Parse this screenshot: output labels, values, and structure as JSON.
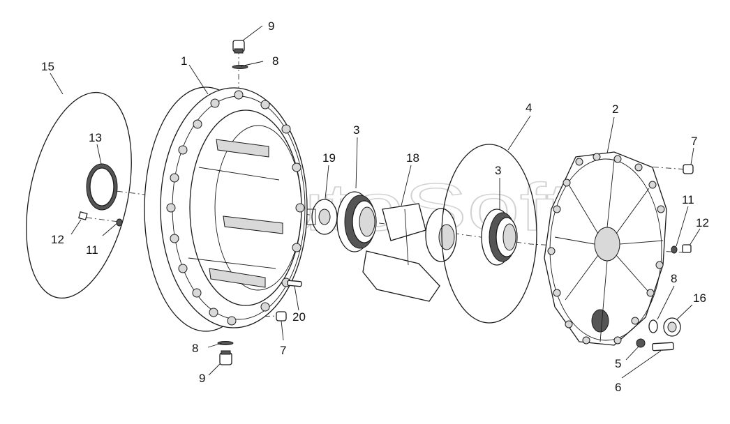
{
  "watermark": "AutoSoft",
  "callouts": [
    {
      "id": "c1",
      "text": "1"
    },
    {
      "id": "c2",
      "text": "2"
    },
    {
      "id": "c3a",
      "text": "3"
    },
    {
      "id": "c3b",
      "text": "3"
    },
    {
      "id": "c4",
      "text": "4"
    },
    {
      "id": "c5",
      "text": "5"
    },
    {
      "id": "c6",
      "text": "6"
    },
    {
      "id": "c7a",
      "text": "7"
    },
    {
      "id": "c7b",
      "text": "7"
    },
    {
      "id": "c8a",
      "text": "8"
    },
    {
      "id": "c8b",
      "text": "8"
    },
    {
      "id": "c8c",
      "text": "8"
    },
    {
      "id": "c9a",
      "text": "9"
    },
    {
      "id": "c9b",
      "text": "9"
    },
    {
      "id": "c11a",
      "text": "11"
    },
    {
      "id": "c11b",
      "text": "11"
    },
    {
      "id": "c12a",
      "text": "12"
    },
    {
      "id": "c12b",
      "text": "12"
    },
    {
      "id": "c13",
      "text": "13"
    },
    {
      "id": "c15",
      "text": "15"
    },
    {
      "id": "c16",
      "text": "16"
    },
    {
      "id": "c18",
      "text": "18"
    },
    {
      "id": "c19",
      "text": "19"
    },
    {
      "id": "c20",
      "text": "20"
    }
  ]
}
